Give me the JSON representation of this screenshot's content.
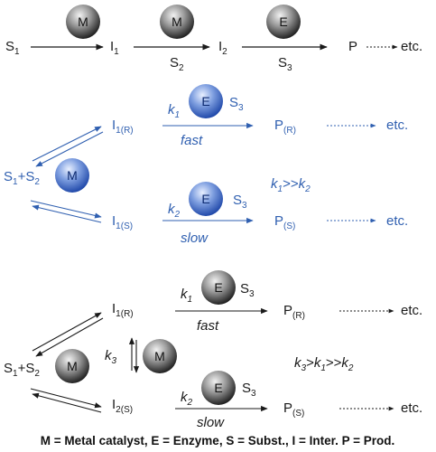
{
  "colors": {
    "black": "#1a1a1a",
    "blue": "#2f5fb0",
    "blue_sphere_light": "#d6e2fb",
    "blue_sphere_dark": "#1d46a8",
    "grey_sphere_light": "#f2f2f2",
    "grey_sphere_dark": "#1c1c1c"
  },
  "row1": {
    "s1": "S",
    "s1_sub": "1",
    "i1": "I",
    "i1_sub": "1",
    "s2": "S",
    "s2_sub": "2",
    "i2": "I",
    "i2_sub": "2",
    "s3": "S",
    "s3_sub": "3",
    "p": "P",
    "etc": "etc.",
    "m": "M",
    "m2": "M",
    "e": "E"
  },
  "row2": {
    "s1": "S",
    "s1_sub": "1",
    "plus": "+",
    "s2": "S",
    "s2_sub": "2",
    "m": "M",
    "i1r": "I",
    "i1r_sub": "1(R)",
    "i1s": "I",
    "i1s_sub": "1(S)",
    "k1": "k",
    "k1_sub": "1",
    "k2": "k",
    "k2_sub": "2",
    "e_top": "E",
    "e_bottom": "E",
    "s3_top": "S",
    "s3_top_sub": "3",
    "s3_bottom": "S",
    "s3_bottom_sub": "3",
    "fast": "fast",
    "slow": "slow",
    "pr": "P",
    "pr_sub": "(R)",
    "ps": "P",
    "ps_sub": "(S)",
    "etc_top": "etc.",
    "etc_bottom": "etc.",
    "rel_k1": "k",
    "rel_k1_sub": "1",
    "rel_gg": ">>",
    "rel_k2": "k",
    "rel_k2_sub": "2"
  },
  "row3": {
    "s1": "S",
    "s1_sub": "1",
    "plus": "+",
    "s2": "S",
    "s2_sub": "2",
    "m": "M",
    "m2": "M",
    "k3": "k",
    "k3_sub": "3",
    "i1r": "I",
    "i1r_sub": "1(R)",
    "i2s": "I",
    "i2s_sub": "2(S)",
    "k1": "k",
    "k1_sub": "1",
    "k2": "k",
    "k2_sub": "2",
    "e_top": "E",
    "e_bottom": "E",
    "s3_top": "S",
    "s3_top_sub": "3",
    "s3_bottom": "S",
    "s3_bottom_sub": "3",
    "fast": "fast",
    "slow": "slow",
    "pr": "P",
    "pr_sub": "(R)",
    "ps": "P",
    "ps_sub": "(S)",
    "etc_top": "etc.",
    "etc_bottom": "etc.",
    "rel_k3": "k",
    "rel_k3_sub": "3",
    "rel_gt": ">",
    "rel_k1": "k",
    "rel_k1_sub": "1",
    "rel_gg": ">>",
    "rel_k2": "k",
    "rel_k2_sub": "2"
  },
  "legend": {
    "text": "M = Metal catalyst,  E = Enzyme,  S = Subst., I = Inter. P = Prod."
  }
}
